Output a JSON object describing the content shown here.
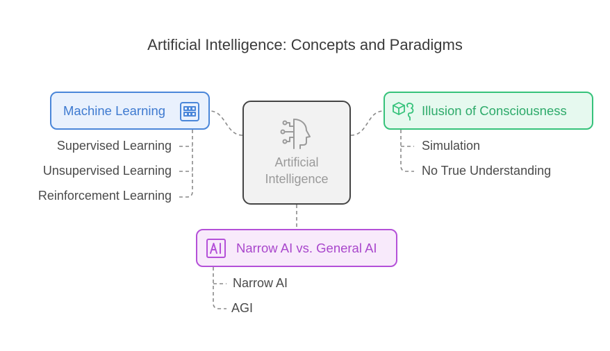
{
  "title": "Artificial Intelligence: Concepts and Paradigms",
  "center": {
    "label": "Artificial Intelligence",
    "icon": "head-circuit-icon"
  },
  "machine_learning": {
    "label": "Machine Learning",
    "icon": "grid-table-icon",
    "color": "#4a86d9",
    "items": [
      "Supervised Learning",
      "Unsupervised Learning",
      "Reinforcement Learning"
    ]
  },
  "illusion": {
    "label": "Illusion of Consciousness",
    "icon": "cube-brain-icon",
    "color": "#35c27a",
    "items": [
      "Simulation",
      "No True Understanding"
    ]
  },
  "narrow_general": {
    "label": "Narrow AI vs. General AI",
    "icon": "ai-badge-icon",
    "color": "#b450d8",
    "items": [
      "Narrow AI",
      "AGI"
    ]
  }
}
